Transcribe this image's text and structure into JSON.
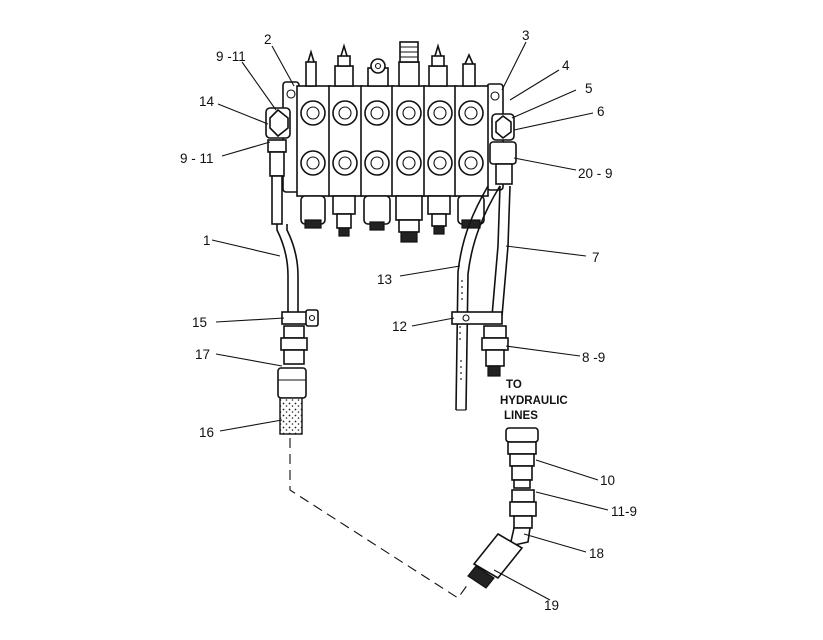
{
  "callouts": [
    {
      "id": "c2",
      "text": "2"
    },
    {
      "id": "c3",
      "text": "3"
    },
    {
      "id": "c4",
      "text": "4"
    },
    {
      "id": "c5",
      "text": "5"
    },
    {
      "id": "c6",
      "text": "6"
    },
    {
      "id": "c9-11-top",
      "text": "9 -11"
    },
    {
      "id": "c14",
      "text": "14"
    },
    {
      "id": "c9-11-bottom",
      "text": "9 - 11"
    },
    {
      "id": "c20-9",
      "text": "20 - 9"
    },
    {
      "id": "c1",
      "text": "1"
    },
    {
      "id": "c7",
      "text": "7"
    },
    {
      "id": "c13",
      "text": "13"
    },
    {
      "id": "c15",
      "text": "15"
    },
    {
      "id": "c12",
      "text": "12"
    },
    {
      "id": "c17",
      "text": "17"
    },
    {
      "id": "c8-9",
      "text": "8 -9"
    },
    {
      "id": "c16",
      "text": "16"
    },
    {
      "id": "c10",
      "text": "10"
    },
    {
      "id": "c11-9",
      "text": "11-9"
    },
    {
      "id": "c18",
      "text": "18"
    },
    {
      "id": "c19",
      "text": "19"
    }
  ],
  "note": {
    "line1": "TO",
    "line2": "HYDRAULIC",
    "line3": "LINES"
  }
}
